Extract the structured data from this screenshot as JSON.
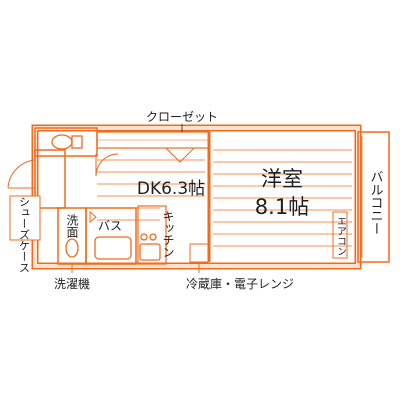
{
  "colors": {
    "wall": "#f26b1d",
    "wall_fill": "#fbe3d2",
    "text": "#1e1e1e",
    "background": "#ffffff"
  },
  "rooms": {
    "western_room": {
      "name": "洋室",
      "size": "8.1帖"
    },
    "dk": {
      "label": "DK6.3帖"
    },
    "kitchen": {
      "label": "キッチン"
    },
    "bath": {
      "label": "バス"
    },
    "washroom": {
      "label": "洗面"
    },
    "balcony": {
      "label": "バルコニー"
    }
  },
  "fixtures": {
    "closet": "クローゼット",
    "shoe_case": "シューズケース",
    "washing_machine": "洗濯機",
    "fridge_microwave": "冷蔵庫・電子レンジ",
    "aircon": "エアコン"
  }
}
